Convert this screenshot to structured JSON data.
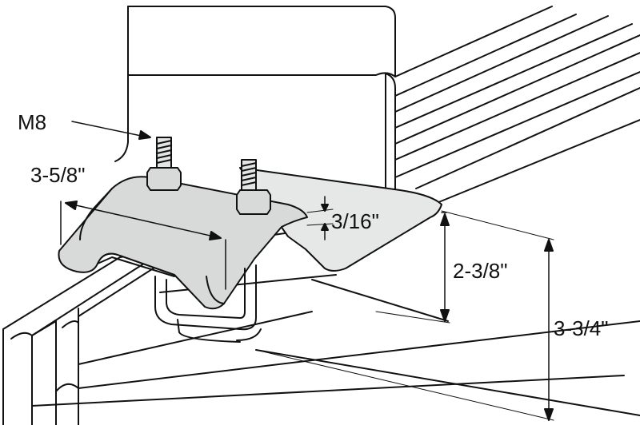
{
  "diagram": {
    "labels": {
      "thread": "M8",
      "clamp_width": "3-5/8\"",
      "plate_thickness": "3/16\"",
      "flange_height": "2-3/8\"",
      "overall_height": "3-3/4\""
    },
    "colors": {
      "metal": "#d8d9d9",
      "metal_dark": "#b9bbbb",
      "outline": "#111111",
      "background": "#ffffff"
    }
  }
}
